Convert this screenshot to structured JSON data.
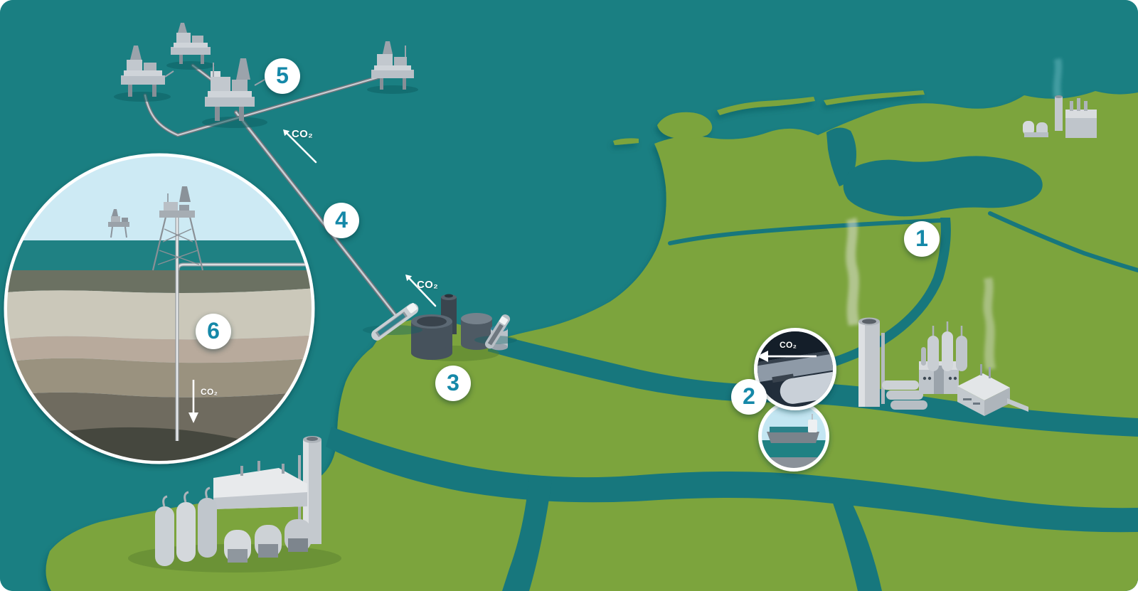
{
  "figure": {
    "description": "Illustrated map of a CO2 capture, ship and pipeline transport, and offshore storage chain",
    "colors": {
      "sea": "#1A7F82",
      "land": "#7CA43C",
      "river": "#17777D",
      "badge_background": "#FFFFFF",
      "badge_number": "#1588A8",
      "inset_sky": "#CDEAF4",
      "inset_reservoir": "#45473E"
    },
    "icons": {
      "step_marker": "numbered-circle-badge",
      "flow_arrow": "co2-direction-arrow"
    }
  },
  "steps": [
    {
      "n": "1"
    },
    {
      "n": "2"
    },
    {
      "n": "3"
    },
    {
      "n": "4"
    },
    {
      "n": "5"
    },
    {
      "n": "6"
    }
  ],
  "labels": {
    "co2_pipeline_upper": "CO₂",
    "co2_pipeline_lower": "CO₂",
    "co2_well": "CO₂",
    "co2_ship": "CO₂"
  }
}
